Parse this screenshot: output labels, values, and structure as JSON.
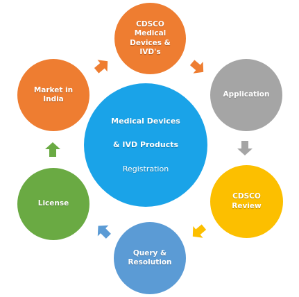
{
  "center": {
    "line1": "Medical Devices",
    "line2": "& IVD Products",
    "line3": "Registration",
    "color": "#1aa3e8"
  },
  "nodes": {
    "cdsco_devices": {
      "label": "CDSCO\nMedical\nDevices &\nIVD's",
      "color": "#ee7d31"
    },
    "application": {
      "label": "Application",
      "color": "#a5a5a5"
    },
    "cdsco_review": {
      "label": "CDSCO\nReview",
      "color": "#fcbf00"
    },
    "query_resolution": {
      "label": "Query &\nResolution",
      "color": "#5b9bd5"
    },
    "license": {
      "label": "License",
      "color": "#6aaa43"
    },
    "market_india": {
      "label": "Market in\nIndia",
      "color": "#ee7d31"
    }
  },
  "arrow_colors": {
    "top_right": "#ee7d31",
    "right": "#a5a5a5",
    "bottom_right": "#fcbf00",
    "bottom_left": "#5b9bd5",
    "left": "#6aaa43",
    "top_left": "#ee7d31"
  }
}
